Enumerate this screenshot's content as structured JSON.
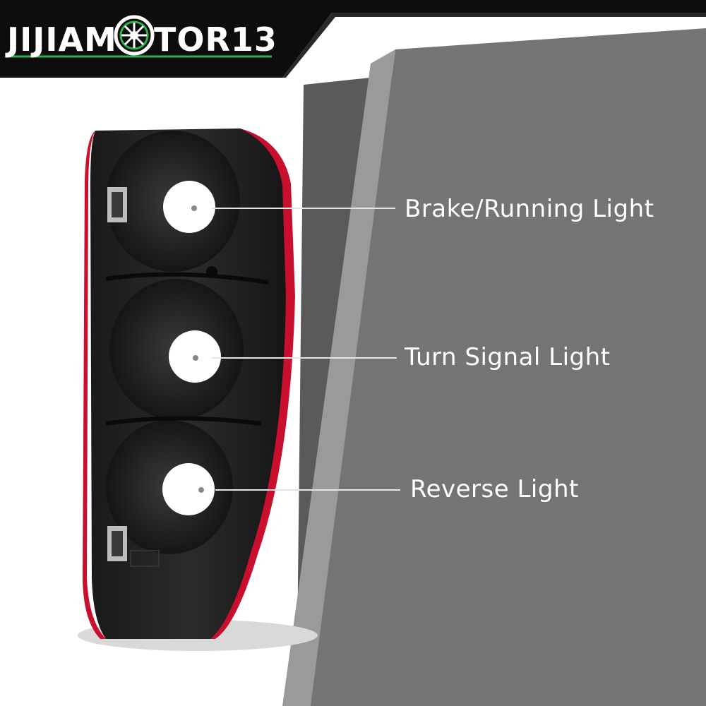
{
  "brand": {
    "logo_left": "JIJIAM",
    "logo_right": "TOR13",
    "logo_icon": "wheel-icon",
    "colors": {
      "banner": "#0d0d0d",
      "accent_green": "#2bb24c",
      "background_gray": "#6d6d6d",
      "lens_red": "#c8102e"
    }
  },
  "callouts": [
    {
      "label": "Brake/Running Light"
    },
    {
      "label": "Turn Signal Light"
    },
    {
      "label": "Reverse Light"
    }
  ]
}
